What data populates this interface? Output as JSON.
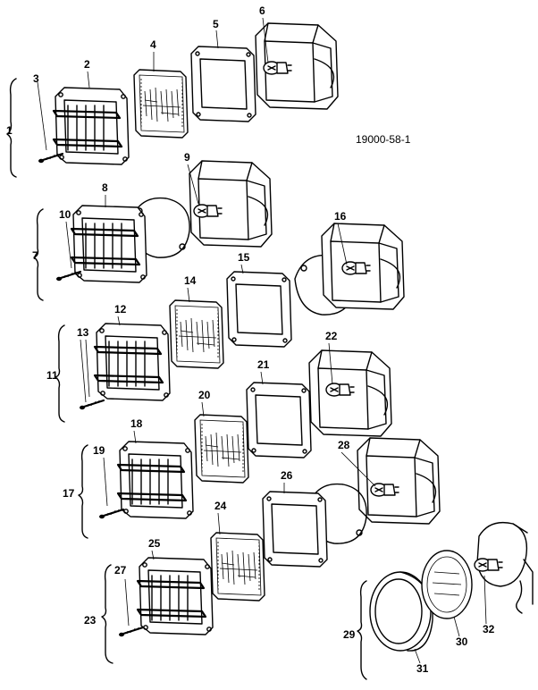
{
  "diagram": {
    "reference_code": "19000-58-1",
    "callouts": [
      "1",
      "2",
      "3",
      "4",
      "5",
      "6",
      "7",
      "8",
      "9",
      "10",
      "11",
      "12",
      "13",
      "14",
      "15",
      "16",
      "17",
      "18",
      "19",
      "20",
      "21",
      "22",
      "23",
      "24",
      "25",
      "26",
      "27",
      "28",
      "29",
      "30",
      "31",
      "32"
    ]
  }
}
